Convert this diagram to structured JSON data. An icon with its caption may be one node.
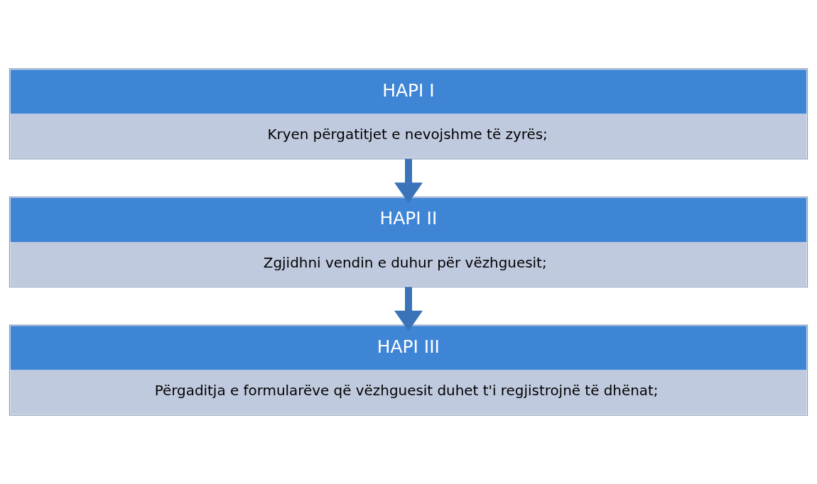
{
  "diagram": {
    "nodes": [
      {
        "text": [
          "HAPI I",
          "Kryen përgatitjet e nevojshme të zyrës;"
        ]
      },
      {
        "text": [
          "HAPI II",
          "Zgjidhni vendin e duhur për vëzhguesit;"
        ]
      },
      {
        "text": [
          "HAPI III",
          "Përgaditja e formularëve që vëzhguesit duhet t'i regjistrojnë të dhënat;"
        ]
      }
    ],
    "edges": [
      {
        "from": 0,
        "to": 1,
        "arrow": "to"
      },
      {
        "from": 1,
        "to": 2,
        "arrow": "to"
      }
    ]
  }
}
